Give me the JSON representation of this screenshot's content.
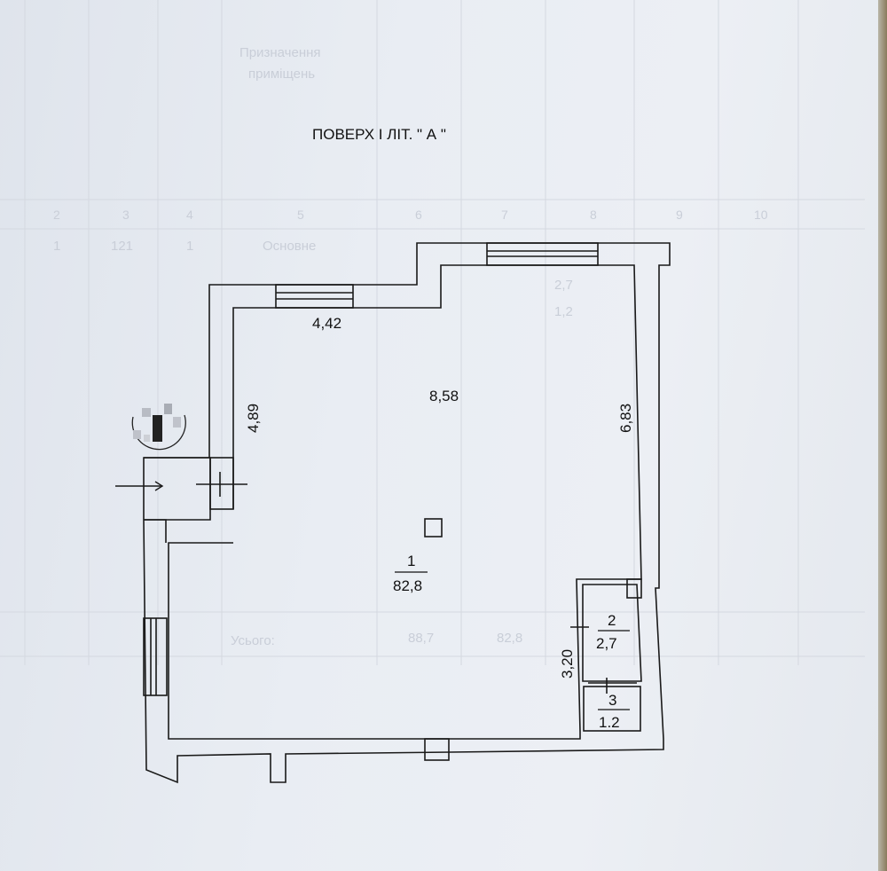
{
  "title": "ПОВЕРХ І ЛІТ. \" А \"",
  "dimensions": {
    "top_left_wall": "4,42",
    "left_wall": "4,89",
    "room_width": "8,58",
    "right_wall": "6,83",
    "bathroom_length": "3,20"
  },
  "rooms": [
    {
      "number": "1",
      "area": "82,8"
    },
    {
      "number": "2",
      "area": "2,7"
    },
    {
      "number": "3",
      "area": "1.2"
    }
  ],
  "ghost_table": {
    "header_purpose": "Призначення",
    "header_purpose_2": "приміщень",
    "column_numbers": [
      "2",
      "3",
      "4",
      "5",
      "6",
      "7",
      "8",
      "9",
      "10"
    ],
    "row_first": [
      "1",
      "121",
      "1",
      "Основне"
    ],
    "total_label": "Усього:",
    "total_area": "88,7",
    "total_main": "82,8",
    "row2_value": "2,7",
    "row3_value": "1,2"
  },
  "colors": {
    "line": "#1a1a1a",
    "paper": "#e9edf3"
  }
}
